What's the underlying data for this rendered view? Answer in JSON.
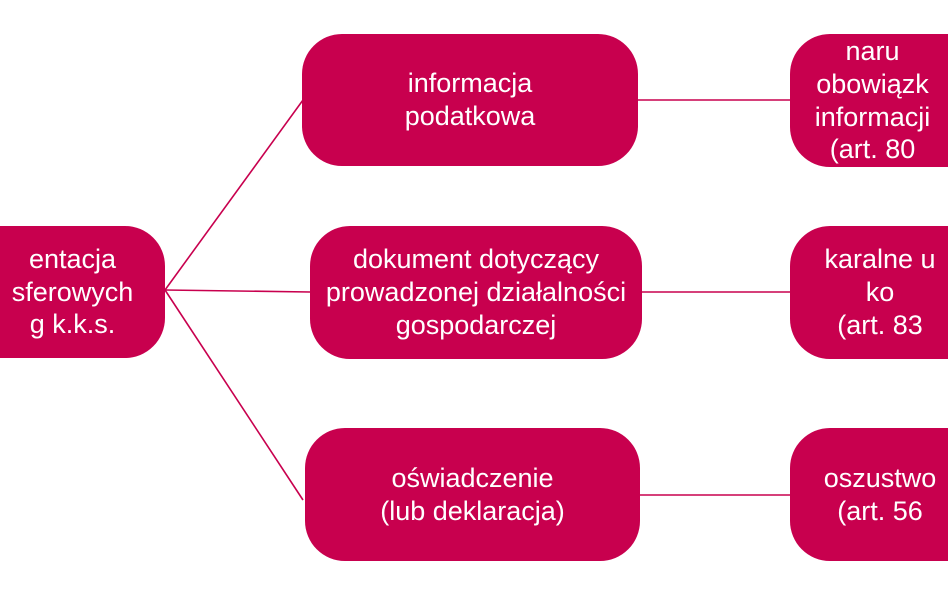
{
  "colors": {
    "node_fill": "#c8004e",
    "node_text": "#ffffff",
    "connector": "#c8004e",
    "background": "#ffffff"
  },
  "root": {
    "lines": [
      "entacja",
      "sferowych",
      "g k.k.s."
    ]
  },
  "middle": [
    {
      "lines": [
        "informacja",
        "podatkowa"
      ]
    },
    {
      "lines": [
        "dokument dotyczący",
        "prowadzonej działalności",
        "gospodarczej"
      ]
    },
    {
      "lines": [
        "oświadczenie",
        "(lub deklaracja)"
      ]
    }
  ],
  "right": [
    {
      "lines": [
        "naru",
        "obowiązk",
        "informacji",
        "(art. 80"
      ]
    },
    {
      "lines": [
        "karalne u",
        "ko",
        "(art. 83"
      ]
    },
    {
      "lines": [
        "oszustwo",
        "(art. 56"
      ]
    }
  ]
}
